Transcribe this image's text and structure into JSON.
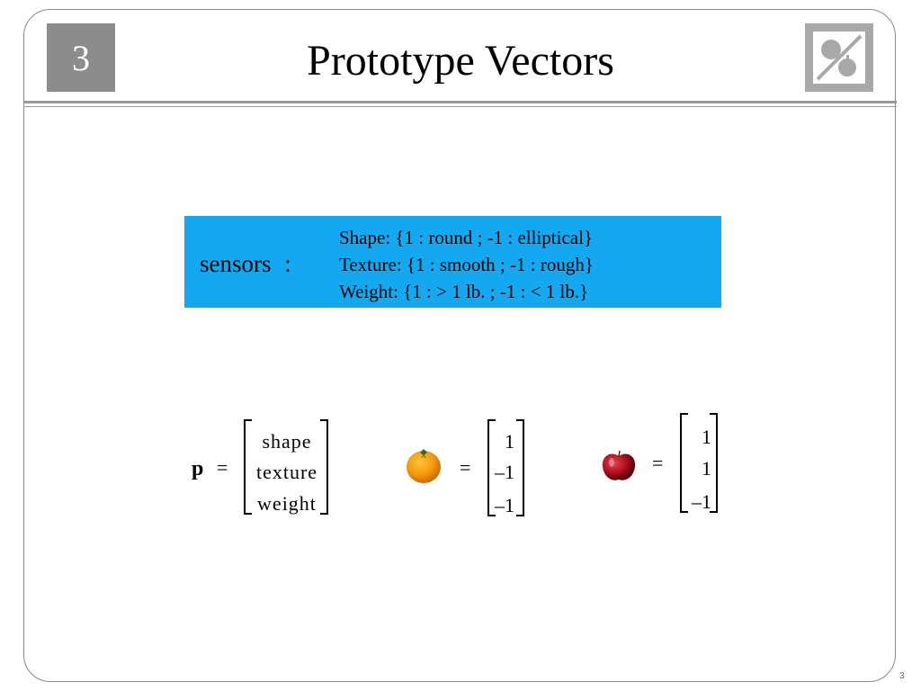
{
  "slide": {
    "chapter_number": "3",
    "title": "Prototype Vectors",
    "page_number": "3"
  },
  "sensors": {
    "label": "sensors",
    "colon": ":",
    "lines": [
      "Shape: {1 : round ; -1 : elliptical}",
      "Texture: {1 : smooth ; -1 : rough}",
      "Weight: {1 : > 1 lb. ; -1 : < 1 lb.}"
    ],
    "panel_color": "#13a8f0"
  },
  "vectors": {
    "p_label": "p",
    "equals": "=",
    "p_entries": [
      "shape",
      "texture",
      "weight"
    ],
    "orange": {
      "icon": "orange-fruit-icon",
      "entries": [
        "1",
        "–1",
        "–1"
      ]
    },
    "apple": {
      "icon": "apple-fruit-icon",
      "entries": [
        "1",
        "1",
        "–1"
      ]
    }
  }
}
